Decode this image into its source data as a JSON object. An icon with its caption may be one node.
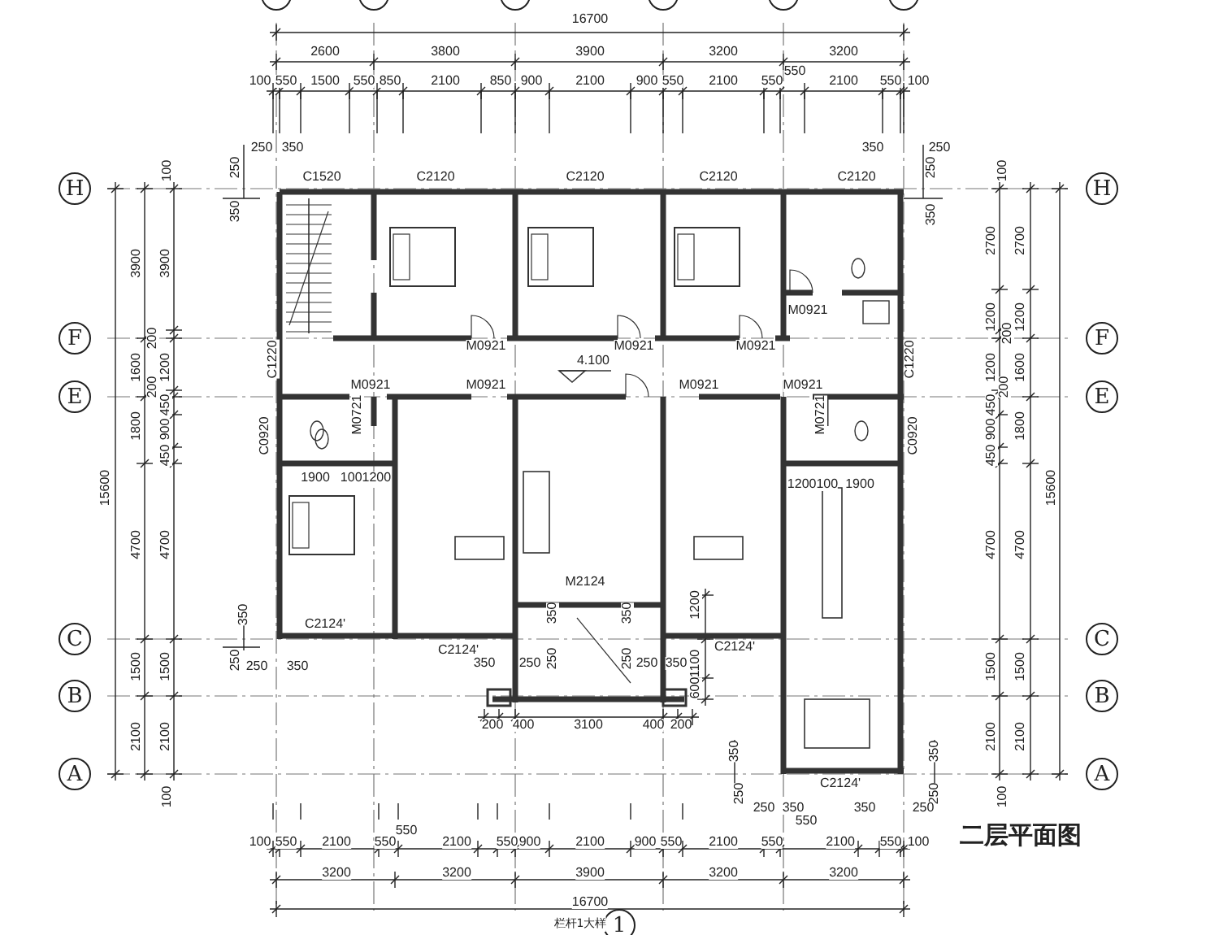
{
  "diagram": {
    "title": "二层平面图",
    "nodes": [
      {
        "text": [
          "H"
        ]
      },
      {
        "text": [
          "H"
        ]
      },
      {
        "text": [
          "F"
        ]
      },
      {
        "text": [
          "F"
        ]
      },
      {
        "text": [
          "E"
        ]
      },
      {
        "text": [
          "E"
        ]
      },
      {
        "text": [
          "C"
        ]
      },
      {
        "text": [
          "C"
        ]
      },
      {
        "text": [
          "B"
        ]
      },
      {
        "text": [
          "B"
        ]
      },
      {
        "text": [
          "A"
        ]
      },
      {
        "text": [
          "A"
        ]
      },
      {
        "text": [
          "1"
        ],
        "beside": [
          "栏杆1大样"
        ]
      }
    ],
    "labels": [
      "16700",
      "2600",
      "3800",
      "3900",
      "3200",
      "3200",
      "100",
      "550",
      "1500",
      "550",
      "850",
      "2100",
      "850",
      "900",
      "2100",
      "900",
      "550",
      "2100",
      "550",
      "550",
      "2100",
      "550",
      "100",
      "250",
      "350",
      "350",
      "250",
      "100",
      "250",
      "250",
      "100",
      "C1520",
      "C2120",
      "C2120",
      "C2120",
      "C2120",
      "350",
      "350",
      "3900",
      "1600",
      "1800",
      "15600",
      "4700",
      "1500",
      "2100",
      "3900",
      "200",
      "1200",
      "200",
      "450",
      "900",
      "450",
      "4700",
      "1500",
      "2100",
      "2700",
      "1200",
      "200",
      "1200",
      "200",
      "450",
      "900",
      "450",
      "4700",
      "1500",
      "2100",
      "2700",
      "1200",
      "1600",
      "1800",
      "4700",
      "1500",
      "2100",
      "15600",
      "M0921",
      "M0921",
      "M0921",
      "M0921",
      "C1220",
      "C1220",
      "4.100",
      "M0921",
      "M0921",
      "M0921",
      "M0921",
      "M0721",
      "M0721",
      "C0920",
      "C0920",
      "1900",
      "1001200",
      "1200100",
      "1900",
      "M2124",
      "350",
      "C2124'",
      "350",
      "350",
      "1200",
      "250",
      "250",
      "350",
      "C2124'",
      "350",
      "250",
      "250",
      "250",
      "250",
      "350",
      "1100",
      "C2124'",
      "600",
      "200",
      "400",
      "3100",
      "400",
      "200",
      "350",
      "350",
      "C2124'",
      "100",
      "250",
      "250",
      "100",
      "250",
      "350",
      "350",
      "250",
      "550",
      "100",
      "550",
      "2100",
      "550",
      "550",
      "2100",
      "550",
      "900",
      "2100",
      "900",
      "550",
      "2100",
      "550",
      "2100",
      "550",
      "100",
      "3200",
      "3200",
      "3900",
      "3200",
      "3200",
      "16700"
    ]
  }
}
